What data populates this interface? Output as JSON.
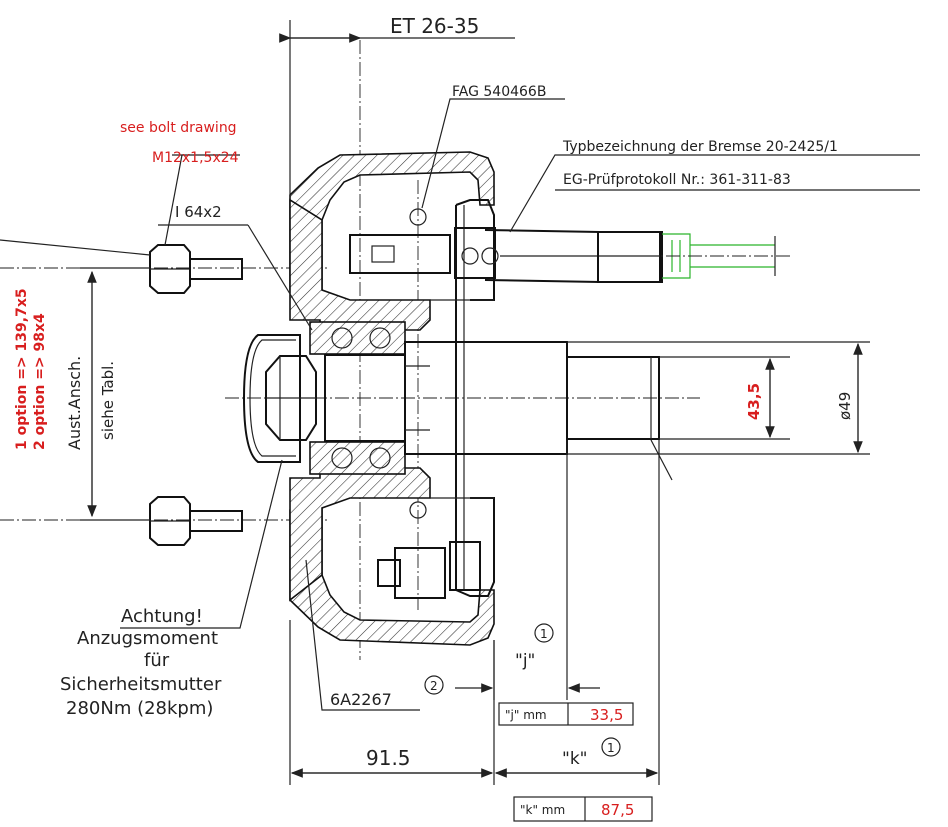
{
  "labels": {
    "et": "ET 26-35",
    "fag": "FAG 540466B",
    "typ": "Typbezeichnung der Bremse 20-2425/1",
    "eg": "EG-Prüfprotokoll Nr.: 361-311-83",
    "see_bolt": "see bolt drawing",
    "bolt": "M12x1,5x24",
    "ring": "I 64x2",
    "option1": "1 option => 139,7x5",
    "option2": "2 option => 98x4",
    "aust": "Aust.Ansch.",
    "siehe": "siehe Tabl.",
    "dim_435": "43,5",
    "dim_49": "ø49",
    "achtung": "Achtung!",
    "anzug": "Anzugsmoment",
    "fuer": "für",
    "sicher": "Sicherheitsmutter",
    "nm": "280Nm (28kpm)",
    "part": "6A2267",
    "circle1": "1",
    "circle2": "2",
    "j_label": "\"j\"",
    "k_label": "\"k\"",
    "dim_915": "91.5"
  },
  "tables": {
    "j": {
      "label": "\"j\" mm",
      "value": "33,5"
    },
    "k": {
      "label": "\"k\" mm",
      "value": "87,5"
    }
  },
  "colors": {
    "annotation_red": "#d81e1e",
    "sensor_green": "#2bb52b",
    "line": "#222222"
  }
}
